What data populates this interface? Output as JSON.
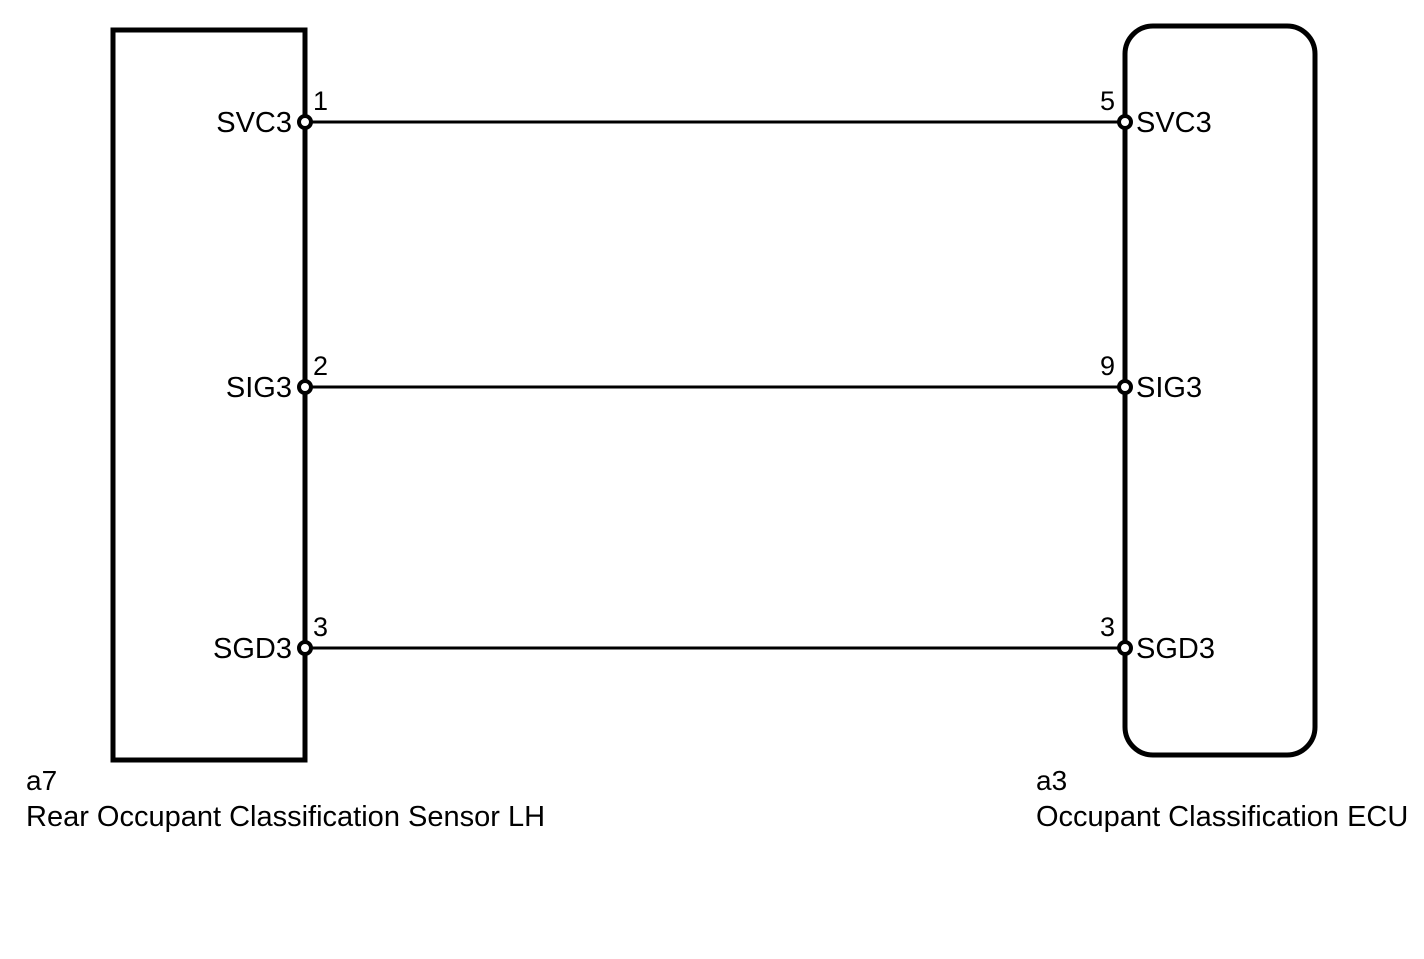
{
  "diagram": {
    "type": "automotive-wiring-harness",
    "background_color": "#ffffff",
    "line_color": "#000000"
  },
  "connectors": [
    {
      "id": "left",
      "code": "a7",
      "name": "Rear Occupant Classification Sensor LH",
      "shape": "rectangle",
      "pins": [
        {
          "number": "1",
          "label": "SVC3"
        },
        {
          "number": "2",
          "label": "SIG3"
        },
        {
          "number": "3",
          "label": "SGD3"
        }
      ]
    },
    {
      "id": "right",
      "code": "a3",
      "name": "Occupant Classification ECU",
      "shape": "rounded-rectangle",
      "pins": [
        {
          "number": "5",
          "label": "SVC3"
        },
        {
          "number": "9",
          "label": "SIG3"
        },
        {
          "number": "3",
          "label": "SGD3"
        }
      ]
    }
  ],
  "wires": [
    {
      "signal": "SVC3",
      "from_pin": "1",
      "to_pin": "5"
    },
    {
      "signal": "SIG3",
      "from_pin": "2",
      "to_pin": "9"
    },
    {
      "signal": "SGD3",
      "from_pin": "3",
      "to_pin": "3"
    }
  ]
}
